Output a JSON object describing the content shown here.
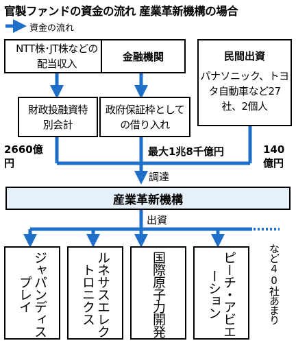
{
  "title": "官製ファンドの資金の流れ 産業革新機構の場合",
  "legend": {
    "label": "資金の流れ",
    "icon": "blue-arrow-icon"
  },
  "sources": [
    {
      "id": "ntt",
      "text": "NTT株･JT株などの配当収入"
    },
    {
      "id": "finance",
      "text": "金融機関"
    },
    {
      "id": "private",
      "title": "民間出資",
      "text": "パナソニック、トヨタ自動車など27社、2個人"
    }
  ],
  "intermediate": [
    {
      "id": "special-account",
      "text": "財政投融資特別会計"
    },
    {
      "id": "govt-guarantee",
      "text": "政府保証枠としての借り入れ"
    }
  ],
  "amounts": {
    "left": "2660億円",
    "center": "最大1兆8千億円",
    "right": "140億円"
  },
  "flow_labels": {
    "raise": "調達",
    "invest": "出資"
  },
  "hub": "産業革新機構",
  "investees": [
    "ジャパンディスプレイ",
    "ルネサスエレクトロニクス",
    "国際原子力開発",
    "ピーチ・アビエーション"
  ],
  "others_note": "など40社あまり",
  "colors": {
    "arrow": "#1f6fc8",
    "hub_fill": "#e6f0f8",
    "border": "#000000"
  }
}
